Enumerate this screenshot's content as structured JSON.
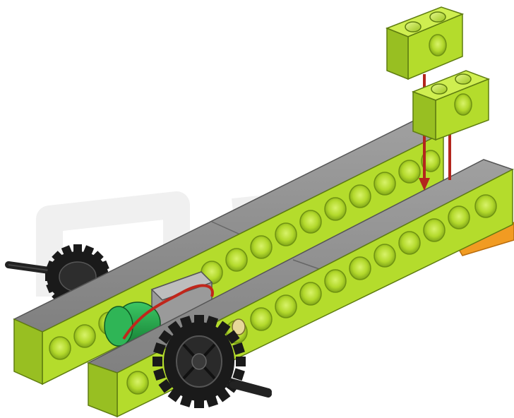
{
  "diagram": {
    "kind": "lego-build-instruction",
    "parts": {
      "beam_color_top": "#c6e63a",
      "beam_color_front": "#a8d12a",
      "beam_color_side": "#96bb20",
      "beam_hole_color": "#7fa518",
      "beam_top_grey": "#8c8c8c",
      "beam_top_grey_light": "#a3a3a3",
      "gear_color": "#1c1c1c",
      "axle_color": "#222222",
      "motor_color": "#22a046",
      "motor_body_color": "#9a9a9a",
      "cable_color": "#c0261b",
      "arrow_color": "#b3261e",
      "orange_plate_color": "#f19b22",
      "watermark_color": "#f2f2f2"
    },
    "steps": [
      {
        "part": "lime-brick-1x2-with-hole",
        "count": 2,
        "direction": "down"
      }
    ]
  }
}
